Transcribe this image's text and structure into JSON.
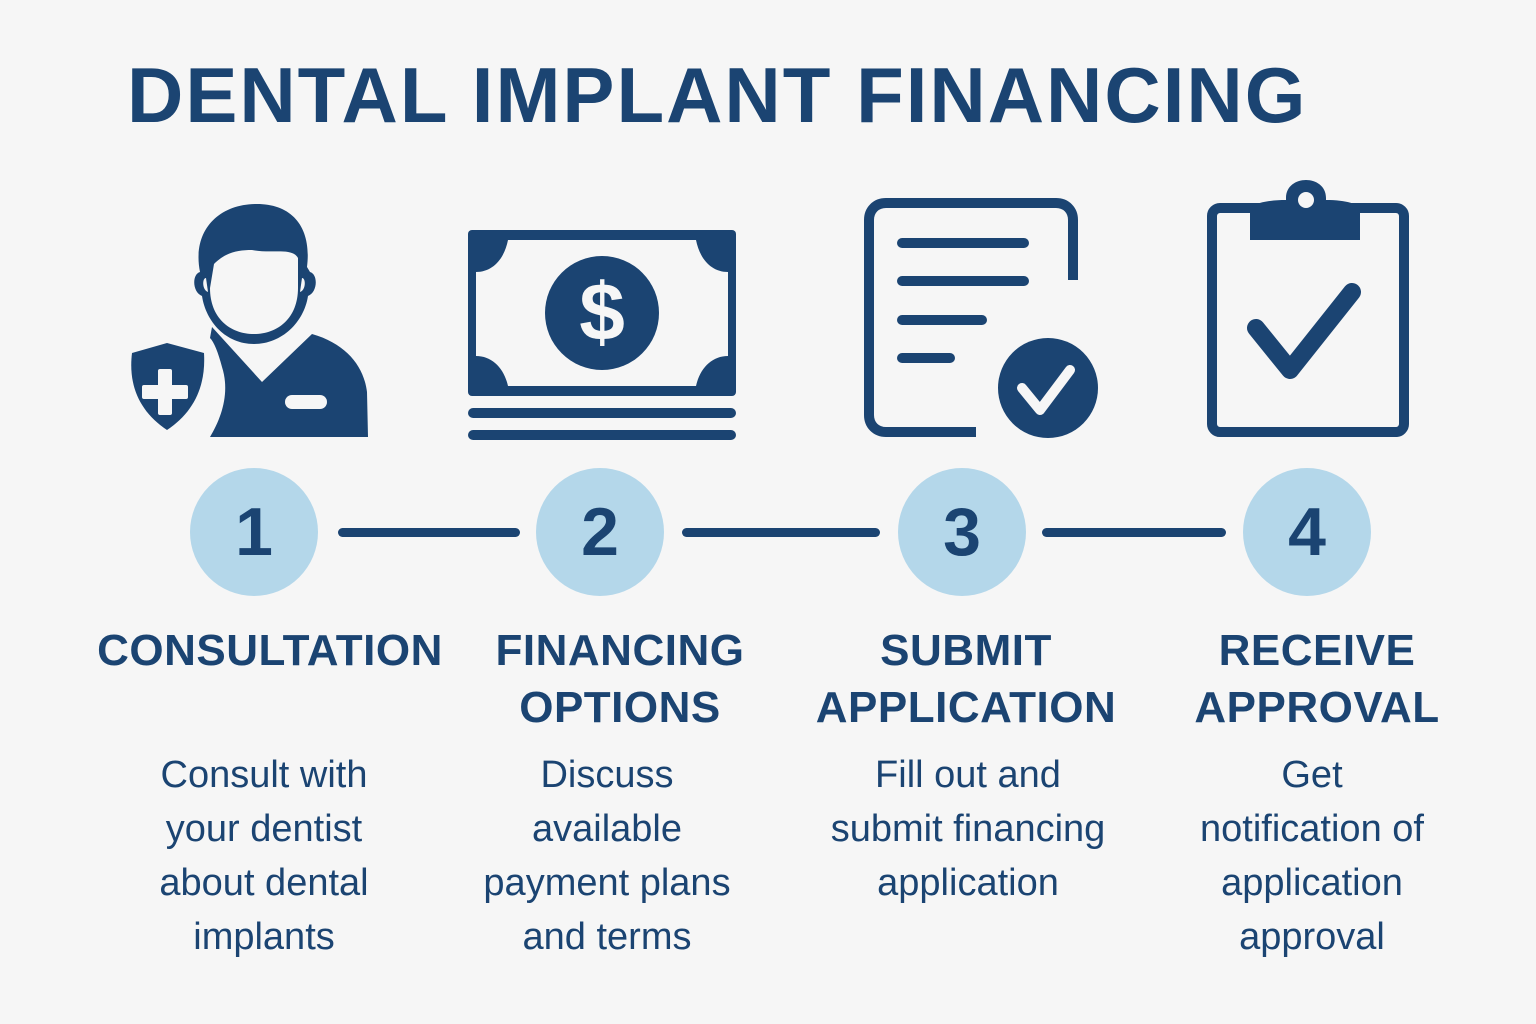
{
  "title": "DENTAL IMPLANT FINANCING",
  "colors": {
    "primary": "#1b4472",
    "circle_fill": "#b4d7ea",
    "background": "#f6f6f6"
  },
  "steps": [
    {
      "number": "1",
      "icon": "dentist-with-shield-icon",
      "heading_lines": [
        "CONSULTATION"
      ],
      "description_lines": [
        "Consult with",
        "your dentist",
        "about dental",
        "implants"
      ]
    },
    {
      "number": "2",
      "icon": "money-bill-icon",
      "heading_lines": [
        "FINANCING",
        "OPTIONS"
      ],
      "description_lines": [
        "Discuss",
        "available",
        "payment plans",
        "and terms"
      ]
    },
    {
      "number": "3",
      "icon": "document-check-icon",
      "heading_lines": [
        "SUBMIT",
        "APPLICATION"
      ],
      "description_lines": [
        "Fill out and",
        "submit financing",
        "application"
      ]
    },
    {
      "number": "4",
      "icon": "clipboard-check-icon",
      "heading_lines": [
        "RECEIVE",
        "APPROVAL"
      ],
      "description_lines": [
        "Get",
        "notification of",
        "application",
        "approval"
      ]
    }
  ]
}
